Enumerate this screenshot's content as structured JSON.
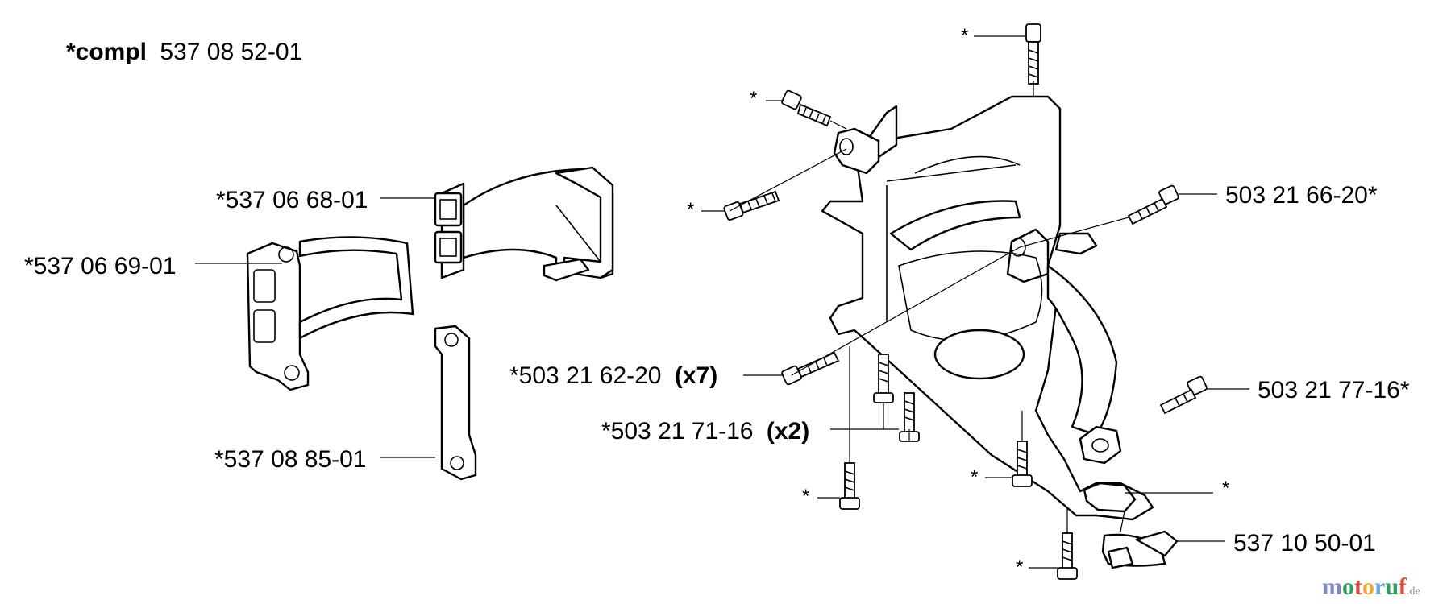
{
  "header": {
    "compl_prefix": "*compl",
    "compl_number": "537 08 52-01"
  },
  "labels": {
    "p537_06_68": "*537 06 68-01",
    "p537_06_69": "*537 06 69-01",
    "p537_08_85": "*537 08 85-01",
    "p503_21_66": "503 21 66-20*",
    "p503_21_62": "*503 21 62-20",
    "p503_21_62_qty": "(x7)",
    "p503_21_77": "503 21 77-16*",
    "p503_21_71": "*503 21 71-16",
    "p503_21_71_qty": "(x2)",
    "p537_10_50": "537 10 50-01",
    "asterisk": "*"
  },
  "watermark": {
    "letters": [
      "m",
      "o",
      "t",
      "o",
      "r",
      "u",
      "f"
    ],
    "suffix": ".de"
  }
}
